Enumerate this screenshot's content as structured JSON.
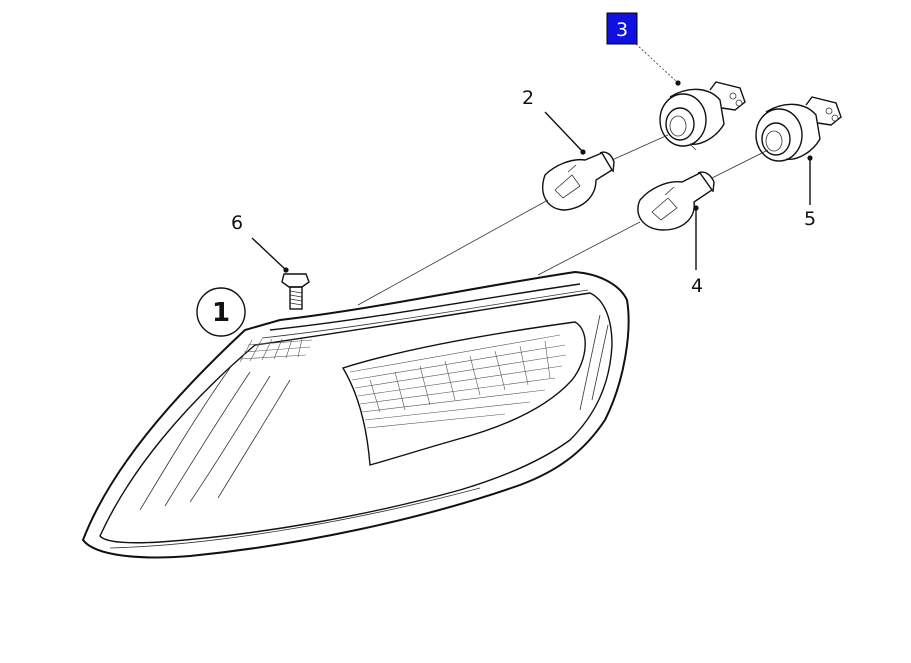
{
  "callouts": {
    "part_1": "1",
    "part_2": "2",
    "part_3": "3",
    "part_4": "4",
    "part_5": "5",
    "part_6": "6"
  },
  "colors": {
    "selected_fill": "#1010e0",
    "line": "#111111",
    "background": "#ffffff"
  }
}
